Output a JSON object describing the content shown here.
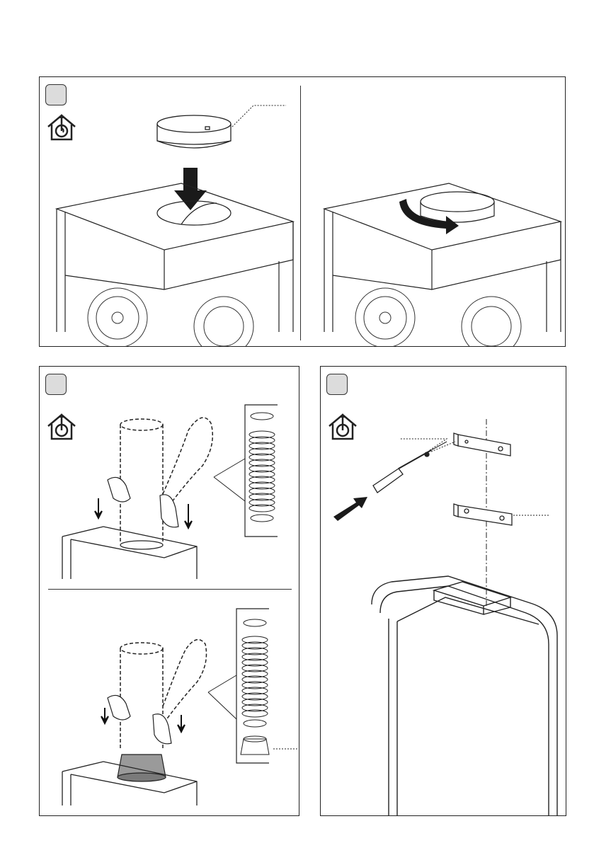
{
  "page": {
    "panels": [
      {
        "name": "panel-step-duct-ring",
        "step_label": ""
      },
      {
        "name": "panel-step-flexible-pipe",
        "step_label": ""
      },
      {
        "name": "panel-step-wall-bracket",
        "step_label": ""
      }
    ]
  },
  "icons": {
    "ducted_mode": "house-fan-outlet-icon"
  },
  "colors": {
    "line": "#222222",
    "arrow": "#1a1a1a",
    "badge": "#dcdcdc",
    "reducer_fill": "#9a9a9a"
  }
}
